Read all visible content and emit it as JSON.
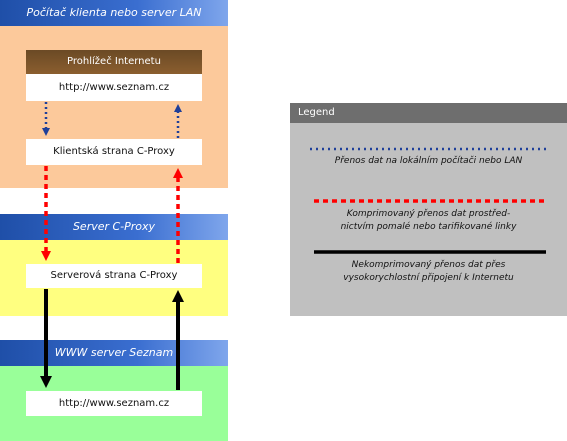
{
  "client_zone": {
    "header": "Počítač klienta nebo server LAN"
  },
  "proxy_zone": {
    "header": "Server C-Proxy"
  },
  "www_zone": {
    "header": "WWW server Seznam"
  },
  "browser": {
    "title": "Prohlížeč Internetu",
    "url": "http://www.seznam.cz"
  },
  "client_proxy": {
    "label": "Klientská strana C-Proxy"
  },
  "server_proxy": {
    "label": "Serverová strana C-Proxy"
  },
  "www_server": {
    "url": "http://www.seznam.cz"
  },
  "legend": {
    "title": "Legend",
    "items": [
      {
        "style": "dotted-blue",
        "color": "#1f3f99",
        "line1": "Přenos dat na lokálním počítači nebo LAN",
        "line2": ""
      },
      {
        "style": "dashed-red",
        "color": "#ff0000",
        "line1": "Komprimovaný přenos dat prostřed-",
        "line2": "nictvím pomalé nebo tarifikované linky"
      },
      {
        "style": "solid-black",
        "color": "#000000",
        "line1": "Nekomprimovaný přenos dat přes",
        "line2": "vysokorychlostní připojení k Internetu"
      }
    ]
  },
  "colors": {
    "client_zone": "#fcc99b",
    "proxy_zone": "#ffff80",
    "www_zone": "#99ff99",
    "header": "#2f5fbf",
    "legend_bg": "#c0c0c0",
    "legend_head": "#6e6e6e"
  }
}
